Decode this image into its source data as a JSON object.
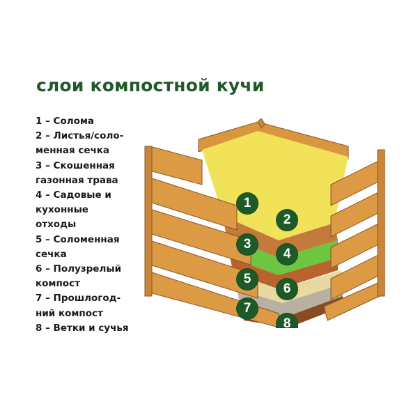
{
  "title": "слои компостной кучи",
  "legend": [
    "1 – Солома",
    "2 – Листья/соло-",
    "менная сечка",
    "3 – Скошенная",
    "газонная трава",
    "4 – Садовые и",
    "кухонные",
    "отходы",
    "5 – Соломенная",
    "сечка",
    "6 – Полузрелый",
    "компост",
    "7 – Прошлогод-",
    "ний компост",
    "8 – Ветки и сучья"
  ],
  "layers": [
    {
      "number": "1",
      "name": "Солома"
    },
    {
      "number": "2",
      "name": "Листья/соломенная сечка"
    },
    {
      "number": "3",
      "name": "Скошенная газонная трава"
    },
    {
      "number": "4",
      "name": "Садовые и кухонные отходы"
    },
    {
      "number": "5",
      "name": "Соломенная сечка"
    },
    {
      "number": "6",
      "name": "Полузрелый компост"
    },
    {
      "number": "7",
      "name": "Прошлогодний компост"
    },
    {
      "number": "8",
      "name": "Ветки и сучья"
    }
  ],
  "colors": {
    "title": "#1f5a2a",
    "badge": "#1e5a28",
    "wood": "#d9963f",
    "straw": "#f2e25a",
    "grass": "#6cc640",
    "leaves": "#b8632c"
  }
}
